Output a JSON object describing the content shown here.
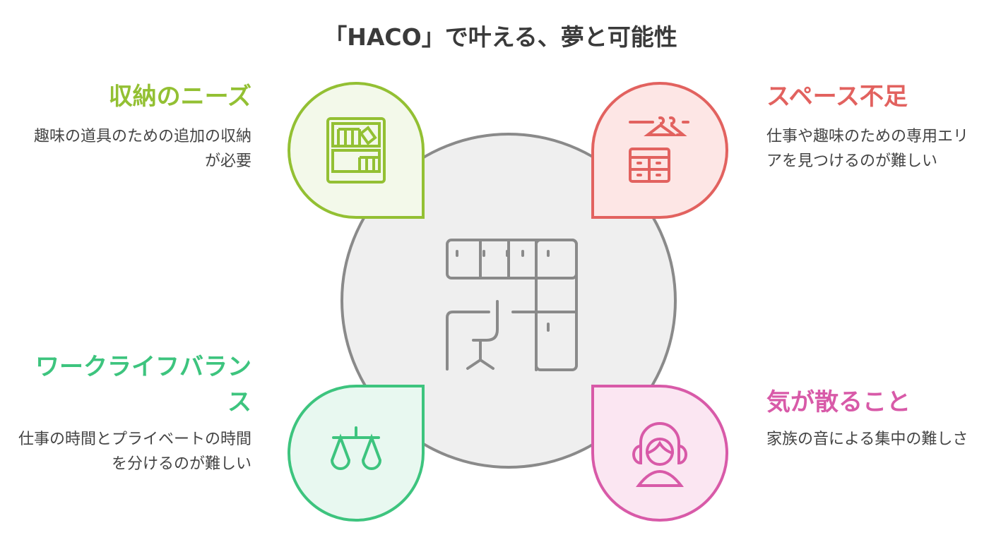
{
  "title": "「HACO」で叶える、夢と可能性",
  "center": {
    "icon": "room-layout-icon"
  },
  "items": [
    {
      "heading": "収納のニーズ",
      "description": "趣味の道具のための追加の収納が必要",
      "color": "#93c033",
      "icon": "bookshelf-icon"
    },
    {
      "heading": "スペース不足",
      "description": "仕事や趣味のための専用エリアを見つけるのが難しい",
      "color": "#e2625f",
      "icon": "closet-hangers-icon"
    },
    {
      "heading": "ワークライフバランス",
      "description": "仕事の時間とプライベートの時間を分けるのが難しい",
      "color": "#3dc47e",
      "icon": "balance-scale-icon"
    },
    {
      "heading": "気が散ること",
      "description": "家族の音による集中の難しさ",
      "color": "#d85aa8",
      "icon": "headphones-person-icon"
    }
  ]
}
